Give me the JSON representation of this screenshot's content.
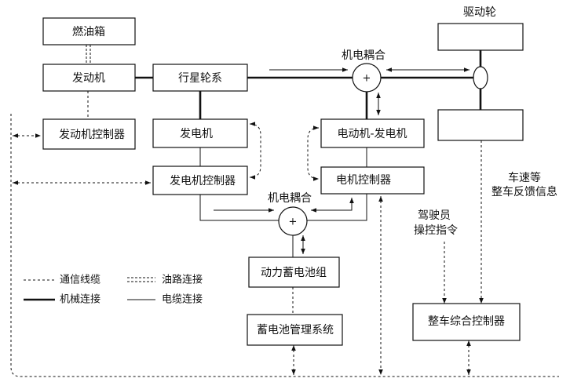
{
  "colors": {
    "line": "#111111",
    "background": "#ffffff"
  },
  "components": {
    "fuel_tank": "燃油箱",
    "engine": "发动机",
    "planetary_gear": "行星轮系",
    "engine_controller": "发动机控制器",
    "generator": "发电机",
    "generator_controller": "发电机控制器",
    "motor_generator": "电动机-发电机",
    "motor_controller": "电机控制器",
    "battery_pack": "动力蓄电池组",
    "battery_management": "蓄电池管理系统",
    "vehicle_controller": "整车综合控制器"
  },
  "labels": {
    "drive_wheel": "驱动轮",
    "coupling_top": "机电耦合",
    "coupling_bottom": "机电耦合",
    "plus_top": "+",
    "plus_bottom": "+",
    "speed_feedback_line1": "车速等",
    "speed_feedback_line2": "整车反馈信息",
    "driver_line1": "驾驶员",
    "driver_line2": "操控指令"
  },
  "legend": {
    "communication": "通信线缆",
    "oil": "油路连接",
    "mechanical": "机械连接",
    "electrical": "电缆连接"
  }
}
